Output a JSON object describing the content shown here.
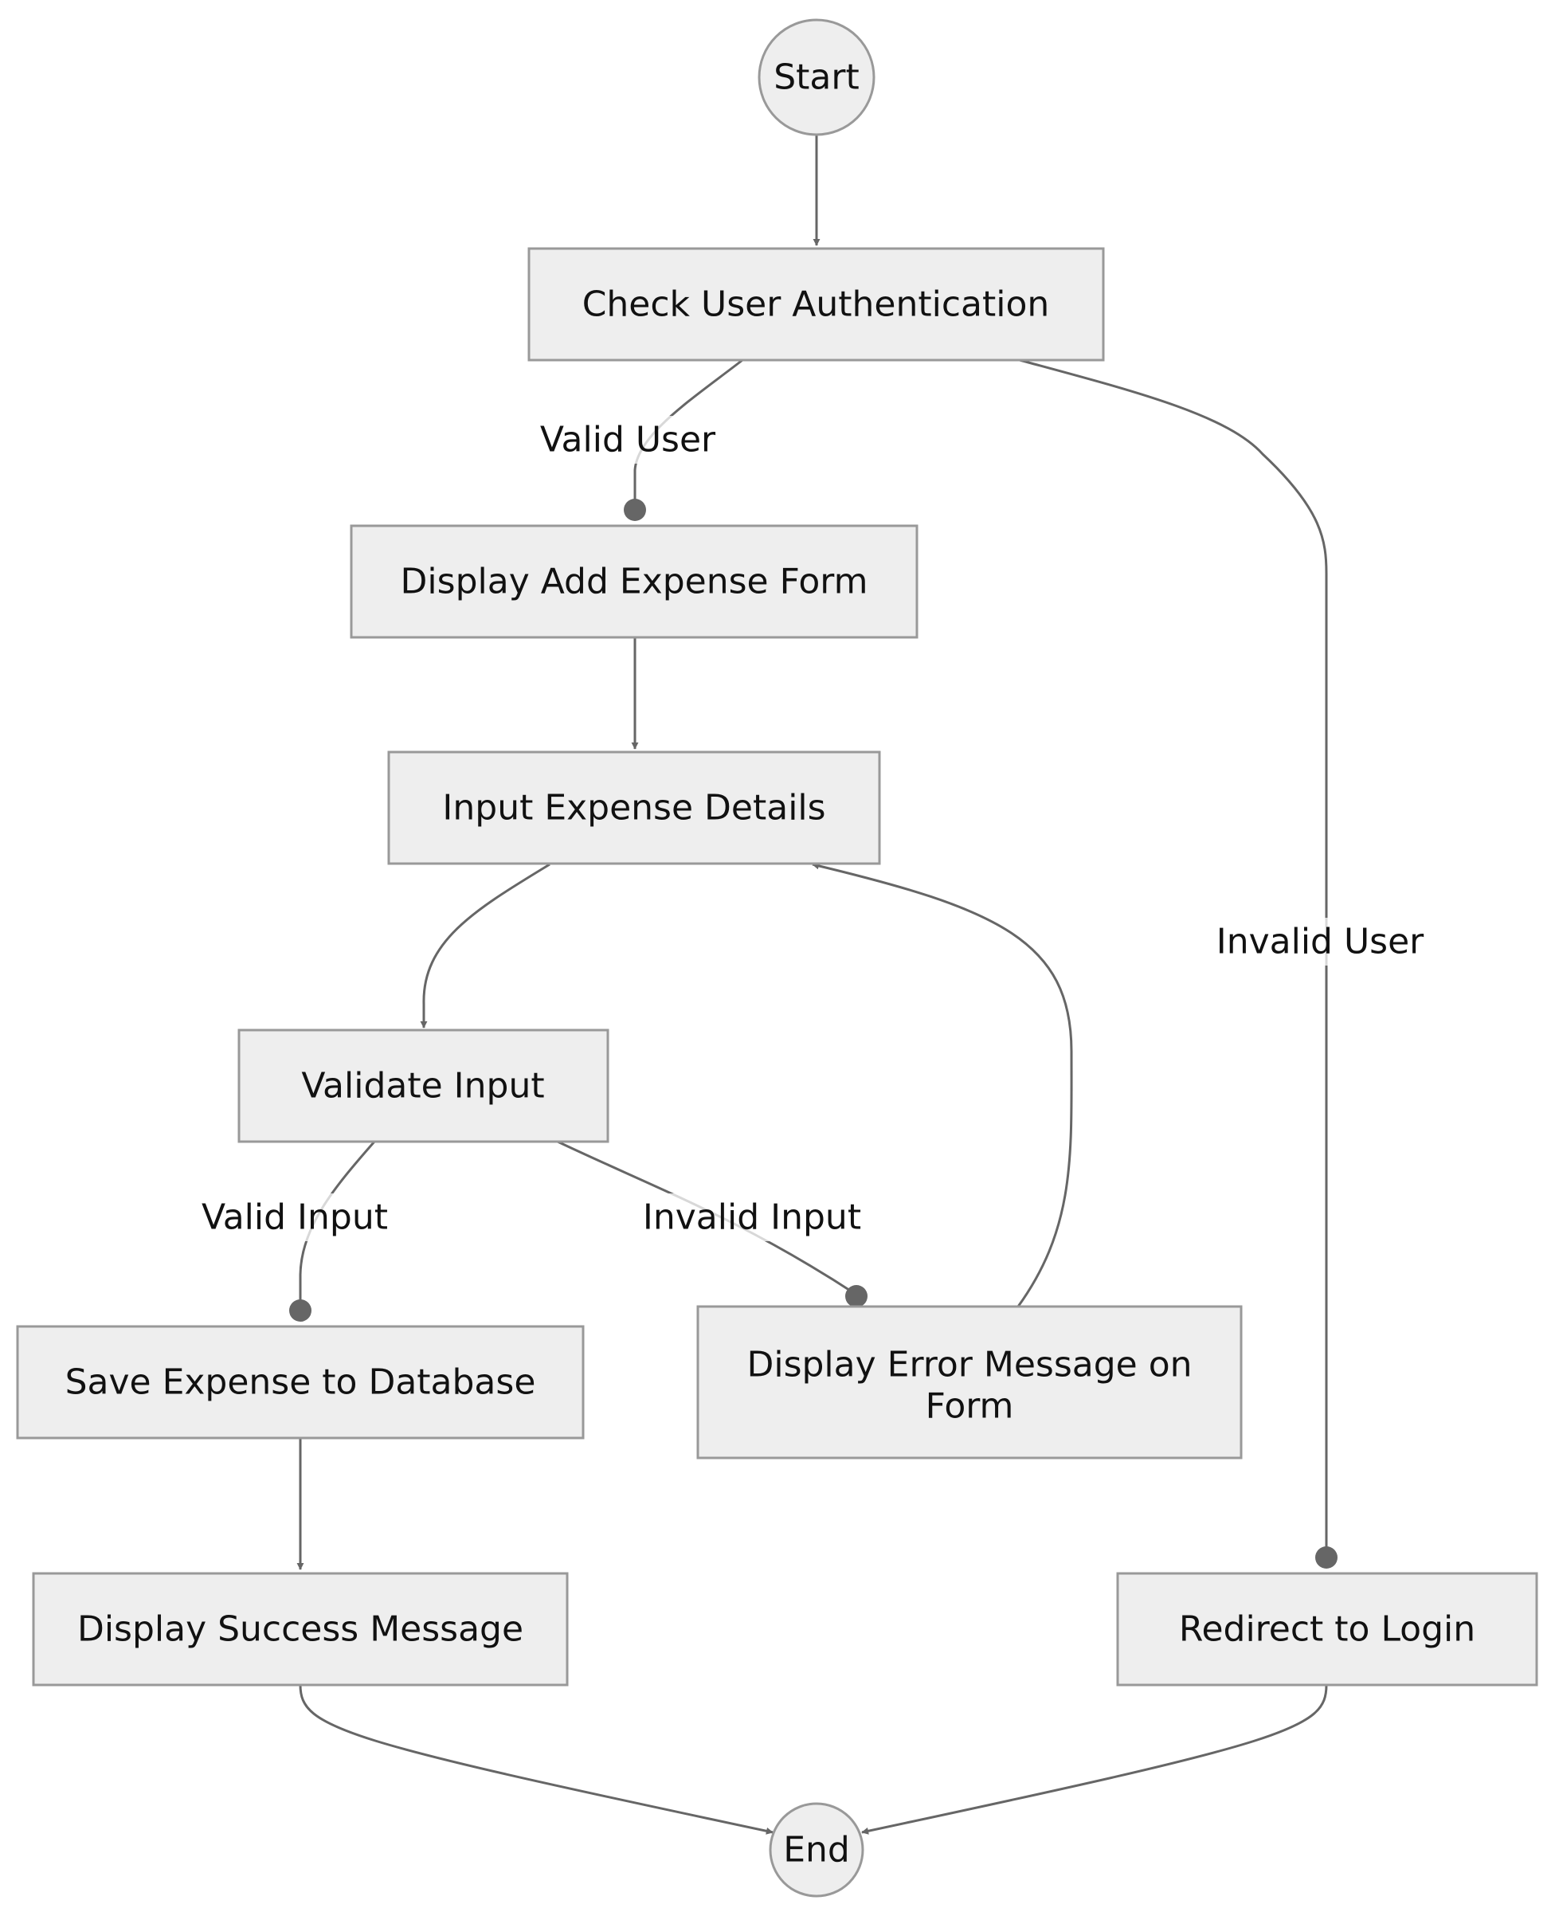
{
  "diagram": {
    "nodes": {
      "start": "Start",
      "check_auth": "Check User Authentication",
      "display_form": "Display Add Expense Form",
      "input_details": "Input Expense Details",
      "validate": "Validate Input",
      "save": "Save Expense to Database",
      "error_line1": "Display Error Message on",
      "error_line2": "Form",
      "success": "Display Success Message",
      "redirect": "Redirect to Login",
      "end": "End"
    },
    "edges": {
      "valid_user": "Valid User",
      "invalid_user": "Invalid User",
      "valid_input": "Valid Input",
      "invalid_input": "Invalid Input"
    },
    "colors": {
      "node_fill": "#eeeeee",
      "node_stroke": "#999999",
      "edge": "#666666"
    }
  }
}
